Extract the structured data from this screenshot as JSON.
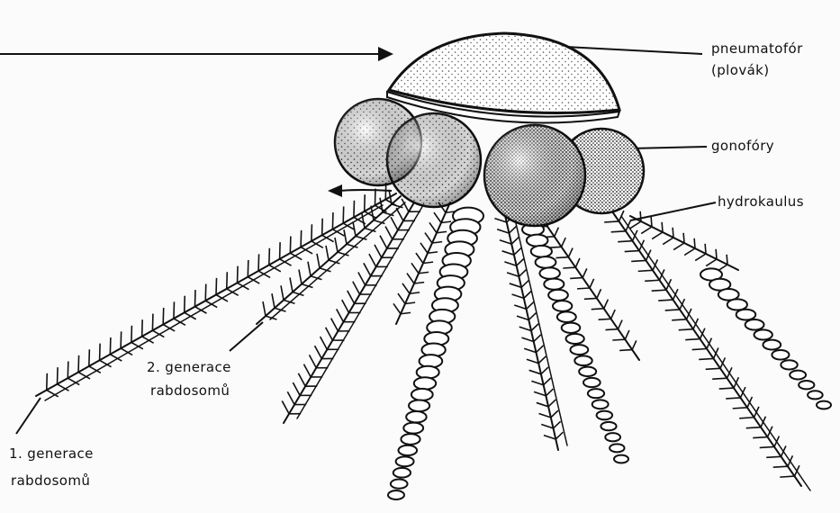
{
  "labels": {
    "pneumatophore": "pneumatofór",
    "pneumatophore_alt": "(plovák)",
    "gonophores": "gonofóry",
    "hydrocaulus": "hydrokaulus",
    "gen2_line1": "2. generace",
    "gen2_line2": "rabdosomů",
    "gen1_line1": "1. generace",
    "gen1_line2": "rabdosomů"
  },
  "colors": {
    "ink": "#111111",
    "paper": "#fbfbfb"
  }
}
